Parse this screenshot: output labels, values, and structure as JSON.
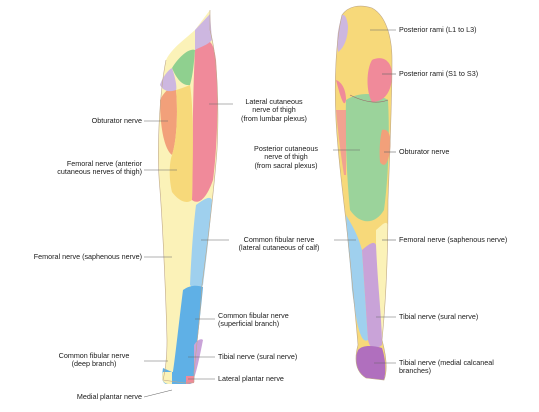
{
  "labels": {
    "obturator_front": "Obturator nerve",
    "femoral_anterior": "Femoral nerve (anterior\ncutaneous nerves of thigh)",
    "femoral_saphenous_front": "Femoral nerve (saphenous nerve)",
    "common_fibular_deep": "Common fibular nerve\n(deep branch)",
    "medial_plantar": "Medial plantar nerve",
    "lateral_cutaneous_thigh": "Lateral cutaneous\nnerve of thigh\n(from lumbar plexus)",
    "common_fibular_lateral_calf": "Common fibular nerve\n(lateral cutaneous of calf)",
    "common_fibular_superficial": "Common fibular nerve\n(superficial branch)",
    "tibial_sural_front": "Tibial nerve (sural nerve)",
    "lateral_plantar": "Lateral plantar nerve",
    "posterior_cutaneous_thigh": "Posterior cutaneous\nnerve of thigh\n(from sacral plexus)",
    "posterior_rami_l": "Posterior rami (L1 to L3)",
    "posterior_rami_s": "Posterior rami (S1 to S3)",
    "obturator_back": "Obturator nerve",
    "femoral_saphenous_back": "Femoral nerve (saphenous nerve)",
    "tibial_sural_back": "Tibial nerve (sural nerve)",
    "tibial_medial_calcaneal": "Tibial nerve (medial calcaneal\nbranches)"
  },
  "colors": {
    "lumbar_lateral_cutaneous": "#f08a9a",
    "obturator": "#f2a07a",
    "femoral": "#f7d97a",
    "saphenous": "#fbf2b8",
    "genitofemoral": "#cdb7e0",
    "ilioinguinal": "#8fd08f",
    "posterior_cutaneous": "#9bd39b",
    "common_fibular": "#9fd0ee",
    "superficial_fibular": "#5fb0e6",
    "sural": "#c9a3d8",
    "calcaneal": "#b06fbe",
    "leader": "#666666"
  }
}
